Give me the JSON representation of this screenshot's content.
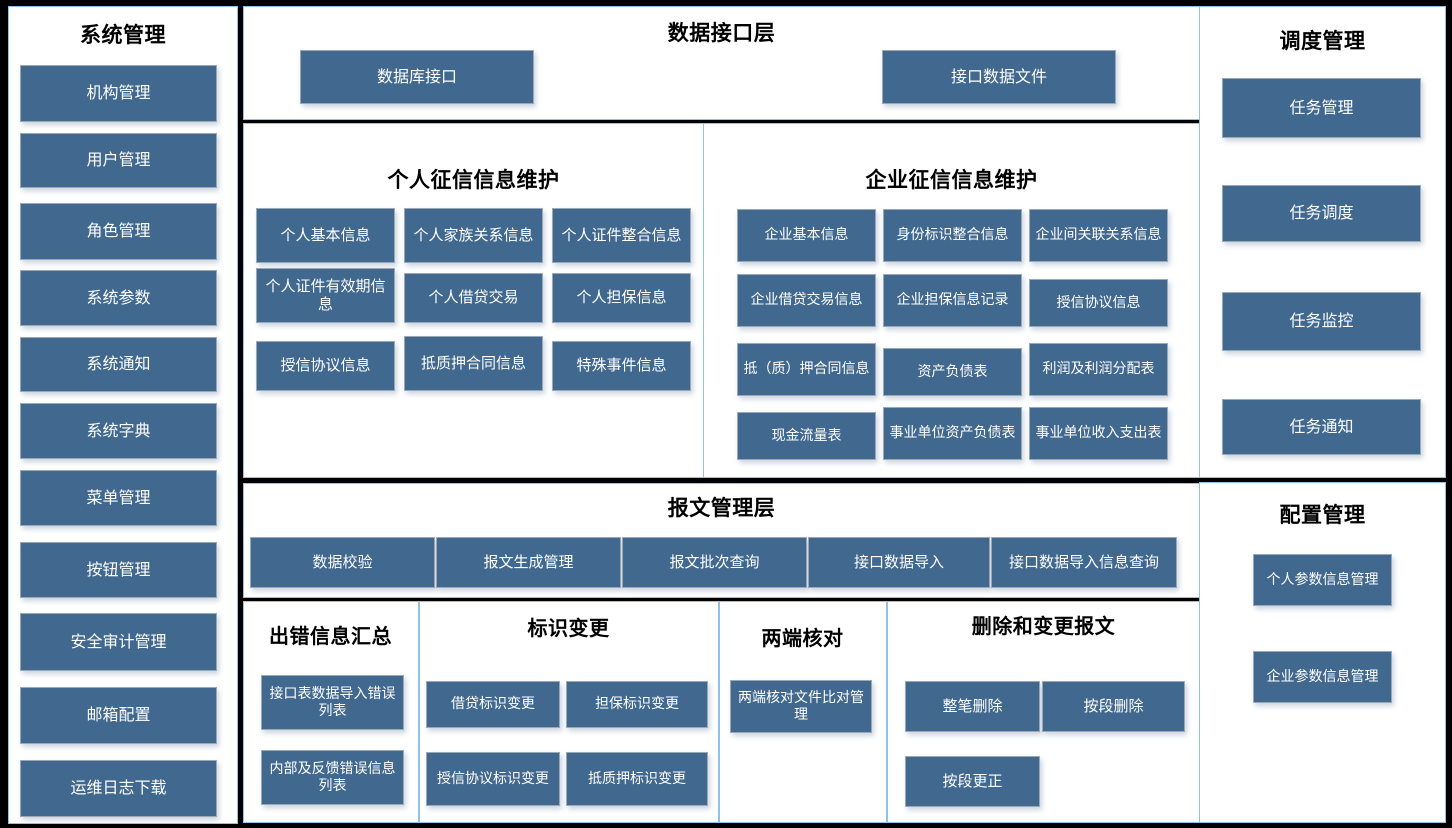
{
  "colors": {
    "chip_fill": "#41688E",
    "panel_border": "#8EC2EA",
    "chip_text": "#FFFFFF",
    "title_text": "#000000",
    "backdrop": "#000000"
  },
  "left_column": {
    "title": "系统管理",
    "items": [
      {
        "label": "机构管理"
      },
      {
        "label": "用户管理"
      },
      {
        "label": "角色管理"
      },
      {
        "label": "系统参数"
      },
      {
        "label": "系统通知"
      },
      {
        "label": "系统字典"
      },
      {
        "label": "菜单管理"
      },
      {
        "label": "按钮管理"
      },
      {
        "label": "安全审计管理"
      },
      {
        "label": "邮箱配置"
      },
      {
        "label": "运维日志下载"
      }
    ]
  },
  "data_interface_layer": {
    "title": "数据接口层",
    "items": [
      {
        "label": "数据库接口"
      },
      {
        "label": "接口数据文件"
      }
    ]
  },
  "personal_credit": {
    "title": "个人征信信息维护",
    "items": [
      {
        "label": "个人基本信息"
      },
      {
        "label": "个人家族关系信息"
      },
      {
        "label": "个人证件整合信息"
      },
      {
        "label": "个人证件有效期信息"
      },
      {
        "label": "个人借贷交易"
      },
      {
        "label": "个人担保信息"
      },
      {
        "label": "授信协议信息"
      },
      {
        "label": "抵质押合同信息"
      },
      {
        "label": "特殊事件信息"
      }
    ]
  },
  "enterprise_credit": {
    "title": "企业征信信息维护",
    "items": [
      {
        "label": "企业基本信息"
      },
      {
        "label": "身份标识整合信息"
      },
      {
        "label": "企业间关联关系信息"
      },
      {
        "label": "企业借贷交易信息"
      },
      {
        "label": "企业担保信息记录"
      },
      {
        "label": "授信协议信息"
      },
      {
        "label": "抵（质）押合同信息"
      },
      {
        "label": "资产负债表"
      },
      {
        "label": "利润及利润分配表"
      },
      {
        "label": "现金流量表"
      },
      {
        "label": "事业单位资产负债表"
      },
      {
        "label": "事业单位收入支出表"
      }
    ]
  },
  "message_layer": {
    "title": "报文管理层",
    "items": [
      {
        "label": "数据校验"
      },
      {
        "label": "报文生成管理"
      },
      {
        "label": "报文批次查询"
      },
      {
        "label": "接口数据导入"
      },
      {
        "label": "接口数据导入信息查询"
      }
    ]
  },
  "error_summary": {
    "title": "出错信息汇总",
    "items": [
      {
        "label": "接口表数据导入错误列表"
      },
      {
        "label": "内部及反馈错误信息列表"
      }
    ]
  },
  "flag_change": {
    "title": "标识变更",
    "items": [
      {
        "label": "借贷标识变更"
      },
      {
        "label": "担保标识变更"
      },
      {
        "label": "授信协议标识变更"
      },
      {
        "label": "抵质押标识变更"
      }
    ]
  },
  "two_end_check": {
    "title": "两端核对",
    "items": [
      {
        "label": "两端核对文件比对管理"
      }
    ]
  },
  "delete_change_message": {
    "title": "删除和变更报文",
    "items": [
      {
        "label": "整笔删除"
      },
      {
        "label": "按段删除"
      },
      {
        "label": "按段更正"
      }
    ]
  },
  "schedule_management": {
    "title": "调度管理",
    "items": [
      {
        "label": "任务管理"
      },
      {
        "label": "任务调度"
      },
      {
        "label": "任务监控"
      },
      {
        "label": "任务通知"
      }
    ]
  },
  "config_management": {
    "title": "配置管理",
    "items": [
      {
        "label": "个人参数信息管理"
      },
      {
        "label": "企业参数信息管理"
      }
    ]
  }
}
